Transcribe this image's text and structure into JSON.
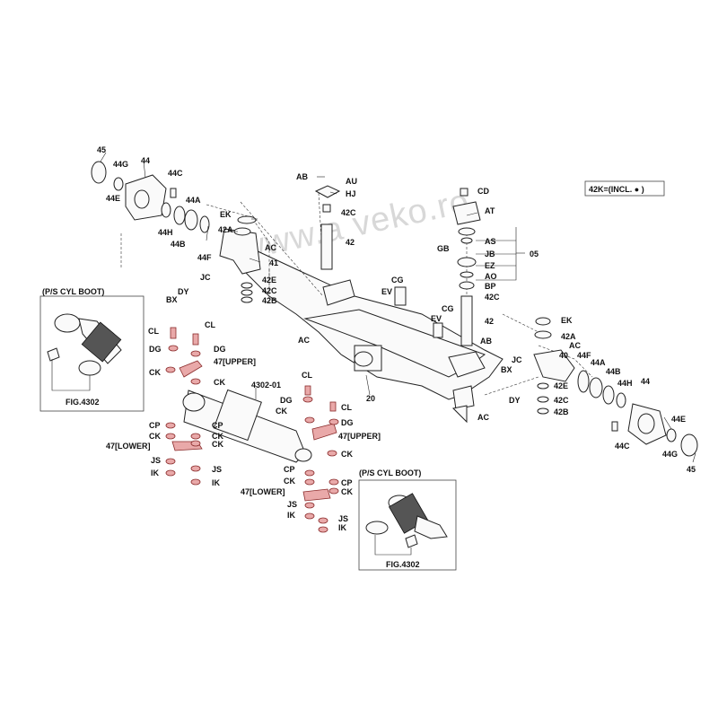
{
  "watermark": "www.a  veko.ro",
  "legend_box": "42K=(INCL. ● )",
  "inset_left": {
    "title": "(P/S CYL BOOT)",
    "fig": "FIG.4302"
  },
  "inset_right": {
    "title": "(P/S CYL BOOT)",
    "fig": "FIG.4302"
  },
  "labels": {
    "l45a": "45",
    "l44Ga": "44G",
    "l44a": "44",
    "l44Ea": "44E",
    "l44Ca": "44C",
    "l44Aa": "44A",
    "l44Ha": "44H",
    "l44Ba": "44B",
    "l44Fa": "44F",
    "lEKa": "EK",
    "l42Aa": "42A",
    "lACa": "AC",
    "l41": "41",
    "lJCa": "JC",
    "lDYa": "DY",
    "lBXa": "BX",
    "l42Ea": "42E",
    "l42Ca": "42C",
    "l42Ba": "42B",
    "lAB1": "AB",
    "lAU": "AU",
    "lHJ": "HJ",
    "l42Cc": "42C",
    "l42top": "42",
    "lCD": "CD",
    "lAT": "AT",
    "lGB": "GB",
    "lAS": "AS",
    "lJB": "JB",
    "l05": "05",
    "lEZ": "EZ",
    "lAO": "AO",
    "lBP": "BP",
    "l42Cd": "42C",
    "lCG1": "CG",
    "lEV1": "EV",
    "lEV2": "EV",
    "lCG2": "CG",
    "l42mid": "42",
    "lAB2": "AB",
    "lACb": "AC",
    "l20": "20",
    "lACc": "AC",
    "lEKb": "EK",
    "l42Ab": "42A",
    "lACd": "AC",
    "l40": "40",
    "l44Fb": "44F",
    "l44Ab": "44A",
    "l44Bb": "44B",
    "l44Hb": "44H",
    "l44b": "44",
    "lJCb": "JC",
    "lBXb": "BX",
    "lDYb": "DY",
    "l42Eb": "42E",
    "l42Cb": "42C",
    "l42Bb": "42B",
    "l44Eb": "44E",
    "l44Cb": "44C",
    "l44Gb": "44G",
    "l45b": "45",
    "lCL1": "CL",
    "lCL2": "CL",
    "lDG1": "DG",
    "lDG2": "DG",
    "l47U1": "47[UPPER]",
    "lCK1": "CK",
    "lCK2": "CK",
    "l4302": "4302-01",
    "lCP1": "CP",
    "lCK3": "CK",
    "l47L1": "47[LOWER]",
    "lCK4": "CK",
    "lJS1": "JS",
    "lJS2": "JS",
    "lIK1": "IK",
    "lIK2": "IK",
    "lCL3": "CL",
    "lDG3": "DG",
    "lCL4": "CL",
    "lCK5": "CK",
    "lDG4": "DG",
    "l47U2": "47[UPPER]",
    "lCK6": "CK",
    "lCP2": "CP",
    "lCK7": "CK",
    "lCP3": "CP",
    "l47L2": "47[LOWER]",
    "lCK8": "CK",
    "lJS3": "JS",
    "lIK3": "IK",
    "lJS4": "JS",
    "lIK4": "IK"
  }
}
